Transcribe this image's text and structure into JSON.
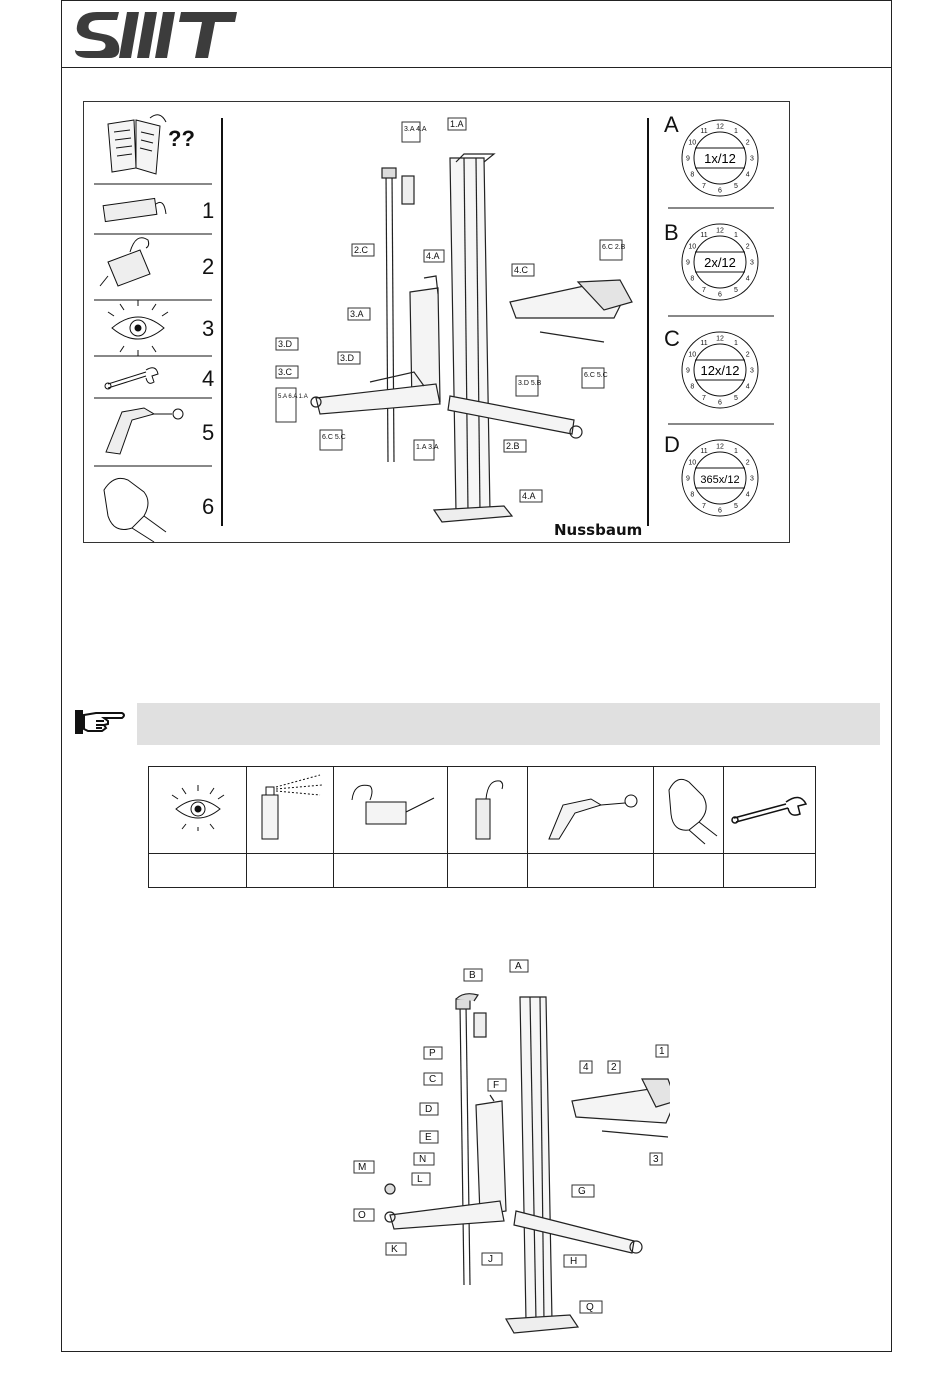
{
  "header": {
    "logo_text": "SMT"
  },
  "figure1": {
    "left_numbers": [
      "1",
      "2",
      "3",
      "4",
      "5",
      "6"
    ],
    "callouts": [
      "3.A 4.A",
      "1.A",
      "2.C",
      "4.A",
      "3.A",
      "3.D",
      "3.C",
      "5.A 6.A 1.A",
      "3.D",
      "6.C 5.C",
      "1.A 3.A",
      "3.D 5.B",
      "2.B",
      "4.A",
      "4.C",
      "6.C 2.B",
      "6.C 5.C"
    ],
    "brand": "Nussbaum",
    "intervals": [
      {
        "letter": "A",
        "text": "1x/12"
      },
      {
        "letter": "B",
        "text": "2x/12"
      },
      {
        "letter": "C",
        "text": "12x/12"
      },
      {
        "letter": "D",
        "text": "365x/12"
      }
    ],
    "dial_numbers": [
      "12",
      "1",
      "2",
      "3",
      "4",
      "5",
      "6",
      "7",
      "8",
      "9",
      "10",
      "11"
    ]
  },
  "note": {
    "text": ""
  },
  "tools_table": {
    "icons": [
      "eye-icon",
      "spray-can-icon",
      "oil-can-icon",
      "grease-tube-icon",
      "air-gun-icon",
      "glove-icon",
      "wrench-icon"
    ],
    "labels": [
      "",
      "",
      "",
      "",
      "",
      "",
      ""
    ]
  },
  "figure2": {
    "labels": [
      "A",
      "B",
      "P",
      "C",
      "F",
      "D",
      "E",
      "N",
      "M",
      "L",
      "G",
      "O",
      "K",
      "J",
      "H",
      "Q",
      "1",
      "2",
      "3",
      "4"
    ]
  }
}
